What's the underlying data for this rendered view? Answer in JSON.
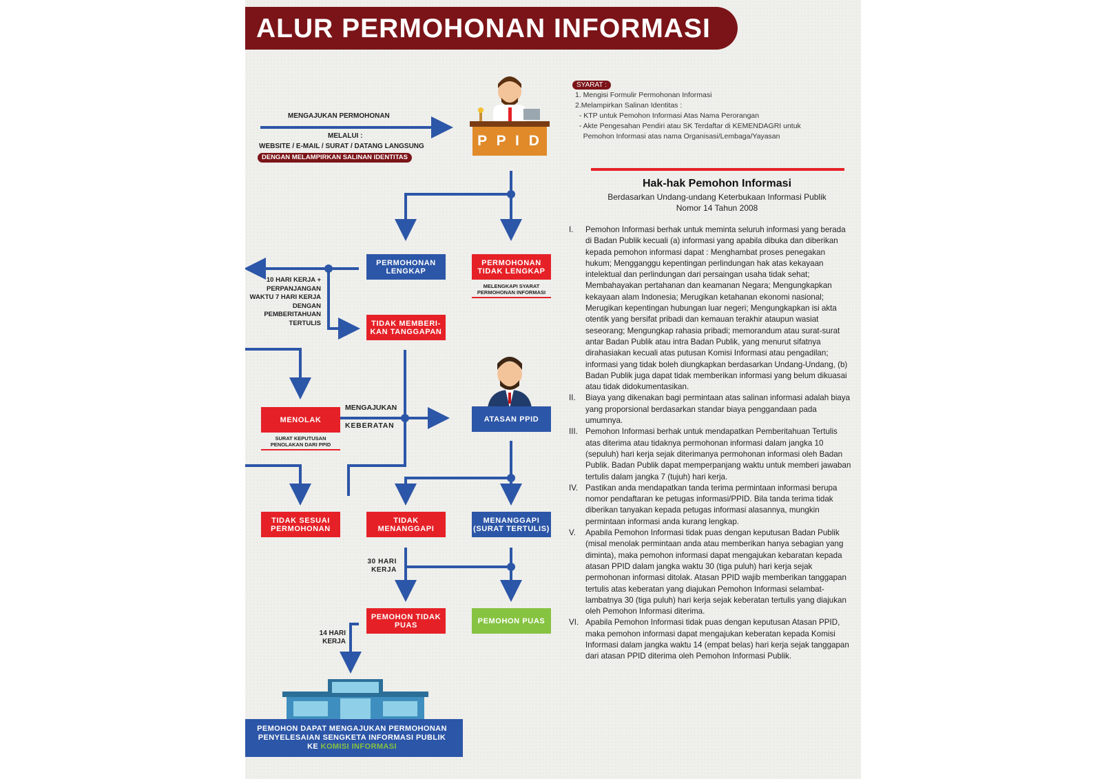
{
  "title": "ALUR PERMOHONAN INFORMASI",
  "intro": {
    "mengajukan": "MENGAJUKAN PERMOHONAN",
    "melalui": "MELALUI :",
    "channels": "WEBSITE / E-MAIL / SURAT / DATANG LANGSUNG",
    "lampiran": "DENGAN MELAMPIRKAN SALINAN IDENTITAS",
    "ppid_sign": "P P I D"
  },
  "syarat": {
    "badge": "SYARAT :",
    "lines": [
      "1. Mengisi Formulir Permohonan Informasi",
      "2.Melampirkan Salinan Identitas :",
      "  - KTP untuk Pemohon Informasi Atas Nama Perorangan",
      "  - Akte Pengesahan Pendiri atau SK Terdaftar di KEMENDAGRI untuk",
      "    Pemohon Informasi atas nama Organisasi/Lembaga/Yayasan"
    ]
  },
  "flow": {
    "lengkap": "PERMOHONAN LENGKAP",
    "tidak_lengkap": "PERMOHONAN TIDAK LENGKAP",
    "melengkapi": "MELENGKAPI SYARAT PERMOHONAN INFORMASI",
    "hari10": "10 HARI KERJA + PERPANJANGAN WAKTU 7 HARI KERJA DENGAN PEMBERITAHUAN TERTULIS",
    "tidak_memberi": "TIDAK MEMBERI- KAN TANGGAPAN",
    "menolak": "MENOLAK",
    "surat_keputusan": "SURAT KEPUTUSAN PENOLAKAN DARI PPID",
    "mengajukan": "MENGAJUKAN",
    "keberatan": "KEBERATAN",
    "atasan": "ATASAN PPID",
    "tidak_sesuai": "TIDAK SESUAI PERMOHONAN",
    "tidak_menanggapi": "TIDAK MENANGGAPI",
    "menanggapi": "MENANGGAPI (SURAT TERTULIS)",
    "hari30": "30 HARI KERJA",
    "tidak_puas": "PEMOHON TIDAK PUAS",
    "puas": "PEMOHON PUAS",
    "hari14": "14 HARI KERJA"
  },
  "banner": {
    "line1": "PEMOHON DAPAT MENGAJUKAN PERMOHONAN",
    "line2": "PENYELESAIAN SENGKETA INFORMASI PUBLIK",
    "line3_pre": "KE",
    "line3_hl": "KOMISI INFORMASI"
  },
  "hak": {
    "title": "Hak-hak Pemohon Informasi",
    "subtitle": "Berdasarkan Undang-undang Keterbukaan Informasi Publik Nomor 14 Tahun 2008",
    "items": [
      {
        "num": "I.",
        "text": "Pemohon Informasi berhak untuk meminta seluruh informasi yang berada di Badan Publik kecuali (a) informasi yang apabila dibuka dan diberikan kepada pemohon informasi dapat : Menghambat proses penegakan hukum; Mengganggu kepentingan perlindungan hak atas kekayaan intelektual dan perlindungan dari persaingan usaha tidak sehat; Membahayakan pertahanan dan keamanan Negara; Mengungkapkan kekayaan alam Indonesia; Merugikan ketahanan ekonomi nasional; Merugikan kepentingan hubungan luar negeri; Mengungkapkan isi akta otentik yang bersifat pribadi dan kemauan terakhir ataupun wasiat seseorang; Mengungkap rahasia pribadi; memorandum atau surat-surat antar Badan Publik atau intra Badan Publik, yang menurut sifatnya dirahasiakan kecuali atas putusan Komisi Informasi atau pengadilan; informasi yang tidak boleh diungkapkan berdasarkan Undang-Undang, (b) Badan Publik juga dapat tidak memberikan informasi yang belum dikuasai atau tidak didokumentasikan."
      },
      {
        "num": "II.",
        "text": "Biaya yang dikenakan bagi permintaan atas salinan informasi adalah biaya yang proporsional berdasarkan standar biaya penggandaan pada umumnya."
      },
      {
        "num": "III.",
        "text": "Pemohon Informasi berhak untuk  mendapatkan Pemberitahuan Tertulis atas diterima atau tidaknya permohonan informasi dalam jangka 10 (sepuluh) hari kerja sejak diterimanya permohonan informasi oleh Badan Publik. Badan Publik dapat memperpanjang waktu untuk memberi jawaban tertulis dalam  jangka  7 (tujuh) hari kerja."
      },
      {
        "num": "IV.",
        "text": "Pastikan anda mendapatkan tanda terima permintaan informasi berupa nomor pendaftaran ke petugas informasi/PPID. Bila tanda terima tidak diberikan tanyakan kepada petugas informasi alasannya, mungkin permintaan informasi anda kurang lengkap."
      },
      {
        "num": "V.",
        "text": "Apabila Pemohon Informasi tidak puas dengan keputusan Badan Publik (misal menolak permintaan anda atau memberikan hanya sebagian yang diminta), maka pemohon informasi dapat mengajukan kebaratan kepada atasan PPID dalam jangka waktu 30 (tiga puluh) hari kerja sejak permohonan informasi ditolak. Atasan PPID wajib memberikan tanggapan tertulis atas keberatan yang diajukan  Pemohon Informasi selambat-lambatnya 30 (tiga puluh) hari kerja sejak keberatan tertulis yang diajukan oleh Pemohon Informasi diterima."
      },
      {
        "num": "VI.",
        "text": "Apabila Pemohon Informasi tidak puas dengan keputusan Atasan PPID, maka pemohon informasi dapat mengajukan keberatan kepada Komisi Informasi dalam jangka waktu 14 (empat belas) hari kerja sejak tanggapan  dari atasan PPID diterima oleh Pemohon Informasi Publik."
      }
    ]
  },
  "colors": {
    "maroon": "#7b1418",
    "blue": "#2c56a7",
    "red": "#e52127",
    "green": "#86c341"
  }
}
